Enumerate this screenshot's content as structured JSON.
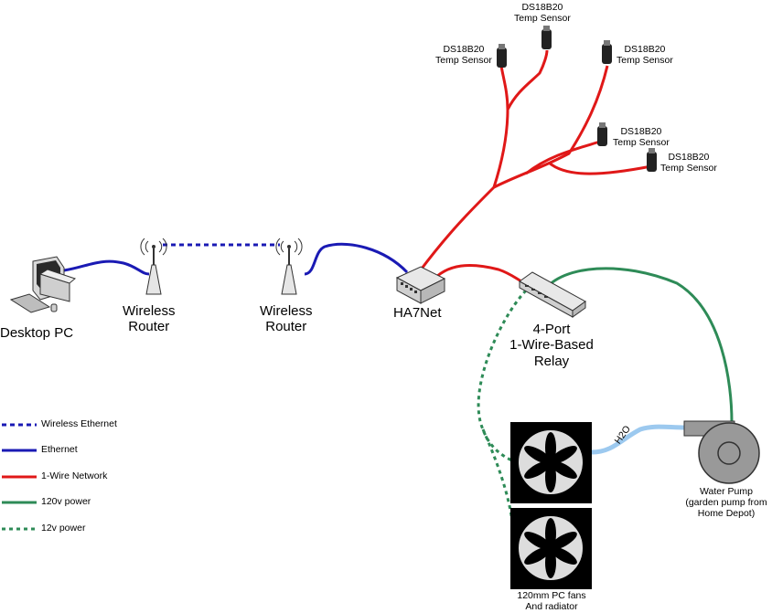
{
  "colors": {
    "wireless_ethernet": "#1a1ab4",
    "ethernet": "#1a1ab4",
    "one_wire": "#e01818",
    "power_120v": "#2e8b57",
    "power_12v": "#2e8b57",
    "water": "#9cc9ef"
  },
  "nodes": {
    "desktop_pc": "Desktop PC",
    "router1_line1": "Wireless",
    "router1_line2": "Router",
    "router2_line1": "Wireless",
    "router2_line2": "Router",
    "ha7net": "HA7Net",
    "relay_line1": "4-Port",
    "relay_line2": "1-Wire-Based",
    "relay_line3": "Relay",
    "pump_line1": "Water Pump",
    "pump_line2": "(garden pump from",
    "pump_line3": "Home Depot)",
    "fans_line1": "120mm PC fans",
    "fans_line2": "And radiator",
    "h2o": "H2O"
  },
  "sensors": [
    {
      "model": "DS18B20",
      "label": "Temp Sensor"
    },
    {
      "model": "DS18B20",
      "label": "Temp Sensor"
    },
    {
      "model": "DS18B20",
      "label": "Temp Sensor"
    },
    {
      "model": "DS18B20",
      "label": "Temp Sensor"
    },
    {
      "model": "DS18B20",
      "label": "Temp Sensor"
    }
  ],
  "legend": [
    {
      "label": "Wireless Ethernet",
      "style": "dashed",
      "color": "#1a1ab4"
    },
    {
      "label": "Ethernet",
      "style": "solid",
      "color": "#1a1ab4"
    },
    {
      "label": "1-Wire Network",
      "style": "solid",
      "color": "#e01818"
    },
    {
      "label": "120v power",
      "style": "solid",
      "color": "#2e8b57"
    },
    {
      "label": "12v power",
      "style": "dashed",
      "color": "#2e8b57"
    }
  ]
}
